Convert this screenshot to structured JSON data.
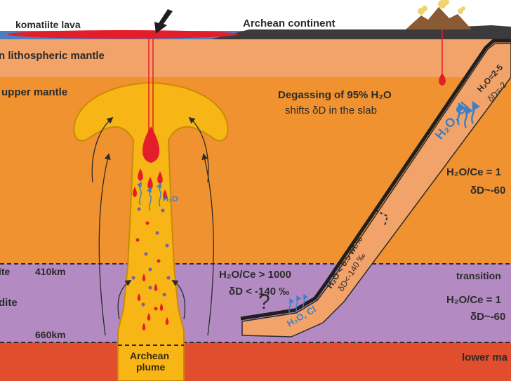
{
  "labels": {
    "komatiite_lava": "komatiite lava",
    "archean_continent": "Archean continent",
    "lithospheric_mantle": "n lithospheric mantle",
    "upper_mantle": "upper mantle",
    "degassing_line1": "Degassing of 95% H₂O",
    "degassing_line2": "shifts δD in the slab",
    "slab_h2o_top": "H₂O=2-5",
    "slab_dd_top": "δD=-2",
    "slab_h2o_cl_top": "H₂O, Cl",
    "right_h2oce_upper": "H₂O/Ce = 1",
    "right_dd_upper": "δD~-60",
    "depth_410": "410km",
    "left_ite": "ite",
    "transition": "transition",
    "right_h2oce_lower": "H₂O/Ce = 1",
    "right_dd_lower": "δD~-60",
    "left_dite": "dite",
    "mid_h2oce": "H₂O/Ce > 1000",
    "mid_dd": "δD < -140 ‰",
    "question_mark": "?",
    "slab_h2o_mid": "H₂O < 0.5 wt.%",
    "slab_dd_mid": "δD<-140 ‰",
    "slab_h2o_cl_low": "H₂O, Cl",
    "depth_660": "660km",
    "plume_line1": "Archean",
    "plume_line2": "plume",
    "lower_mantle": "lower ma",
    "plume_h2o": "H₂O"
  },
  "colors": {
    "lithosphere": "#f2a36a",
    "upper_mantle": "#f0922f",
    "transition_zone": "#b48ac2",
    "lower_mantle": "#e04e2e",
    "plume": "#f7b615",
    "plume_edge": "#c88a08",
    "slab": "#f2a36a",
    "magma": "#e31e2a",
    "water": "#3f7fc4",
    "ocean": "#4a7fc0",
    "continent": "#3b3b3b"
  },
  "icons": {
    "impact_arrow": "arrow-down-left-icon",
    "volcano": "volcano-icon"
  }
}
